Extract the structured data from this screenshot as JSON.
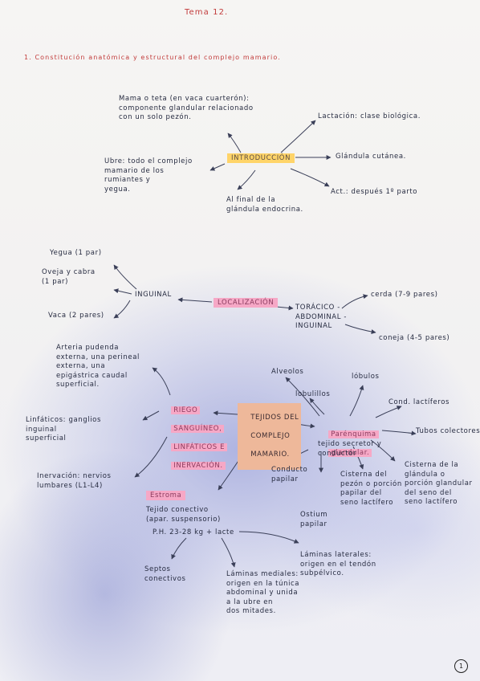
{
  "title": "Tema 12.",
  "section_heading": "1. Constitución anatómica y estructural del complejo mamario.",
  "introduccion": {
    "label": "INTRODUCCIÓN",
    "definition": "Mama o teta (en vaca cuarterón):\ncomponente glandular relacionado\ncon un solo pezón.",
    "lactacion": "Lactación: clase biológica.",
    "glandula": "Glándula cutánea.",
    "act": "Act.: después 1º parto",
    "final": "Al final de la\nglándula endocrina.",
    "ubre": "Ubre: todo el complejo\nmamario de los\nrumiantes y\nyegua."
  },
  "localizacion": {
    "label": "LOCALIZACIÓN",
    "inguinal": "INGUINAL",
    "yegua": "Yegua (1 par)",
    "oveja": "Oveja y cabra\n(1 par)",
    "vaca": "Vaca (2 pares)",
    "toracico": "TORÁCICO -\nABDOMINAL -\nINGUINAL",
    "cerda": "cerda (7-9 pares)",
    "coneja": "coneja (4-5 pares)"
  },
  "riego": {
    "label_lines": [
      "RIEGO",
      "SANGUÍNEO,",
      "LINFÁTICOS E",
      "INERVACIÓN."
    ],
    "arteria": "Arteria pudenda\nexterna, una perineal\nexterna, una\nepigástrica caudal\nsuperficial.",
    "linfaticos": "Linfáticos: ganglios\ninguinal\nsuperficial",
    "inervacion": "Inervación: nervios\nlumbares (L1-L4)"
  },
  "tejidos": {
    "label_lines": [
      "TEJIDOS DEL",
      "COMPLEJO",
      "MAMARIO."
    ]
  },
  "parenquima": {
    "label_lines": [
      "Parénquima",
      "glandular."
    ],
    "alveolos": "Alveolos",
    "lobulillos": "lobulillos",
    "lobulos": "lóbulos",
    "conductos": "Cond. lactíferos",
    "tubos": "Tubos colectores",
    "tejido": "tejido secretor y\nconductor",
    "cisterna_glandula": "Cisterna de la\nglándula o\nporción glandular\ndel seno del\nseno lactífero",
    "cisterna_pezon": "Cisterna del\npezón o porción\npapilar del\nseno lactífero",
    "conducto_papilar": "Conducto\npapilar",
    "ostium": "Ostium\npapilar"
  },
  "estroma": {
    "label": "Estroma",
    "tejido": "Tejido conectivo\n(apar. suspensorio)",
    "ph": "P.H. 23-28 kg + lacte",
    "septos": "Septos\nconectivos",
    "laminas_laterales": "Láminas laterales:\norigen en el tendón\nsubpélvico.",
    "laminas_mediales": "Láminas mediales:\norigen en la túnica\nabdominal y unida\na la ubre en\ndos mitades."
  },
  "page_number": "1"
}
